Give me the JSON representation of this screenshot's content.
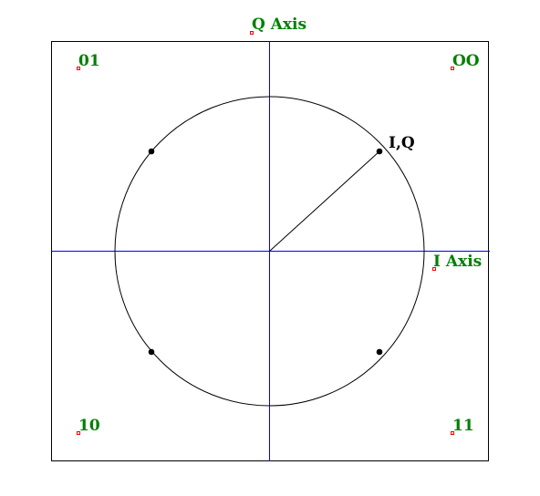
{
  "axes": {
    "q_label": "Q Axis",
    "i_label": "I Axis"
  },
  "quadrants": {
    "top_left": "01",
    "top_right": "OO",
    "bottom_left": "10",
    "bottom_right": "11"
  },
  "point_label": "I,Q",
  "colors": {
    "axis": "#0000ff",
    "label": "#008000",
    "marker": "#ff0000",
    "circle": "#000000",
    "frame": "#000000"
  },
  "icons": {
    "point": "filled-dot",
    "label_anchor": "small-red-square"
  }
}
